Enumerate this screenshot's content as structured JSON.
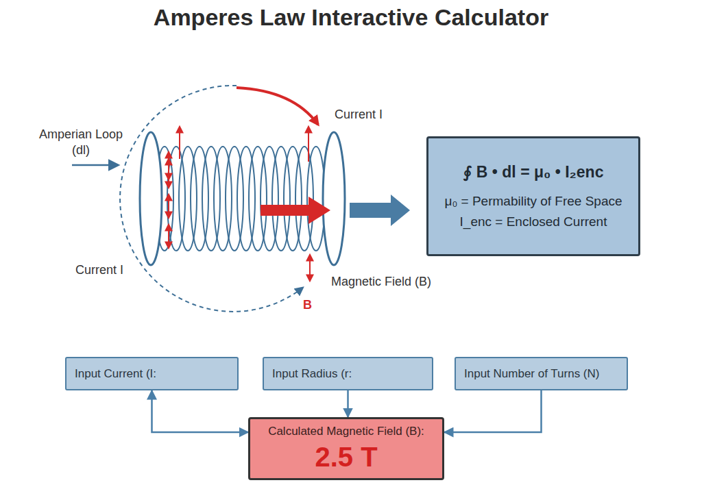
{
  "diagram": {
    "title": "Amperes Law Interactive Calculator",
    "nodes": [
      {
        "text": [
          "∮ B • dl = μ₀ • I₂enc",
          "μ₀ = Permability of Free Space",
          "I_enc = Enclosed Current"
        ]
      },
      {
        "text": [
          "Input Current (I:"
        ]
      },
      {
        "text": [
          "Input Radius (r:"
        ]
      },
      {
        "text": [
          "Input Number of Turns (N)"
        ]
      },
      {
        "text": [
          "Calculated Magnetic Field (B):",
          "2.5 T"
        ]
      }
    ],
    "edges": [
      {
        "from": 1,
        "to": 4,
        "arrow": "both"
      },
      {
        "from": 2,
        "to": 4,
        "arrow": "to"
      },
      {
        "from": 3,
        "to": 4,
        "arrow": "to"
      }
    ],
    "labels": [
      "Amperian Loop (dl)",
      "Current I",
      "Current I",
      "Magnetic Field (B)",
      "B"
    ]
  }
}
